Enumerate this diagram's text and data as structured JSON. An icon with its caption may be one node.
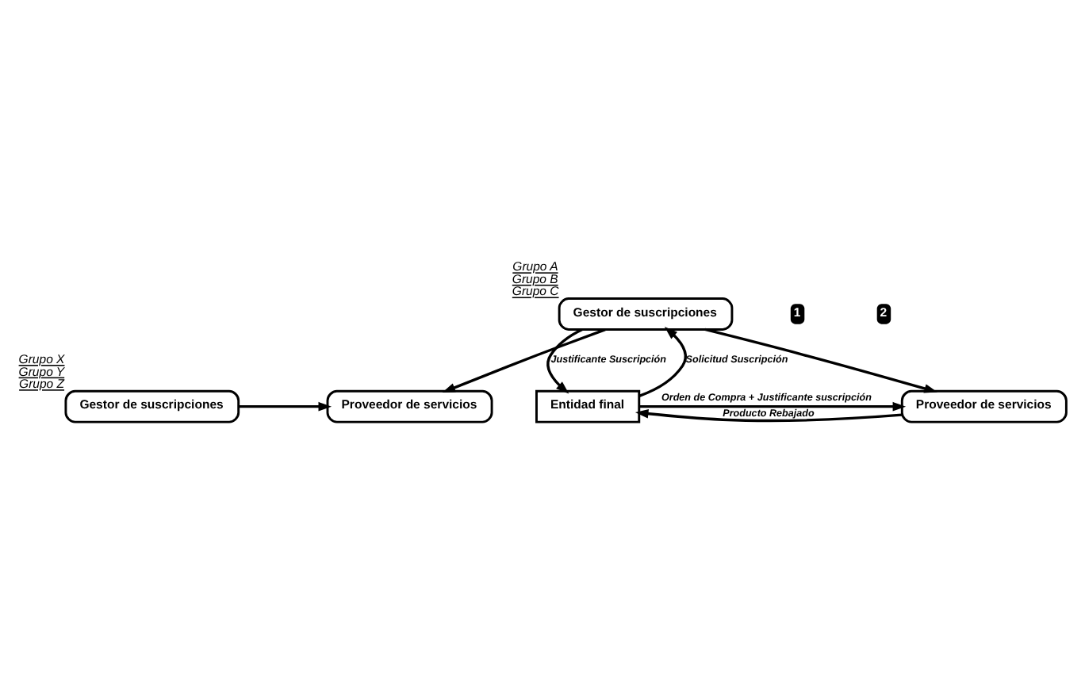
{
  "diagram": {
    "nodes": [
      {
        "text": [
          "Gestor de suscripciones"
        ],
        "beside": [
          "Grupo X",
          "Grupo Y",
          "Grupo Z"
        ]
      },
      {
        "text": [
          "Proveedor de servicios"
        ]
      },
      {
        "text": [
          "Gestor de suscripciones"
        ],
        "beside": [
          "Grupo A",
          "Grupo B",
          "Grupo C"
        ]
      },
      {
        "text": [
          "Entidad final"
        ]
      },
      {
        "text": [
          "Proveedor de servicios"
        ]
      }
    ],
    "edges": [
      {
        "from": 0,
        "to": 1,
        "arrow": "to"
      },
      {
        "from": 2,
        "to": 1,
        "arrow": "to"
      },
      {
        "from": 2,
        "to": 4,
        "arrow": "to"
      },
      {
        "from": 3,
        "to": 2,
        "arrow": "to",
        "label": "Solicitud Suscripción"
      },
      {
        "from": 2,
        "to": 3,
        "arrow": "to",
        "label": "Justificante Suscripción"
      },
      {
        "from": 3,
        "to": 4,
        "arrow": "to",
        "label": "Orden de Compra + Justificante suscripción"
      },
      {
        "from": 4,
        "to": 3,
        "arrow": "to",
        "label": "Producto Rebajado"
      }
    ],
    "labels": [
      "1",
      "2"
    ]
  }
}
